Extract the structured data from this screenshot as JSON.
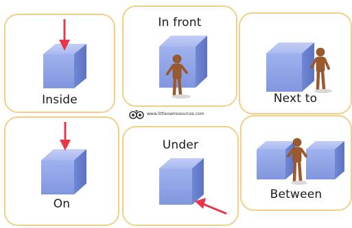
{
  "cards": [
    {
      "label": "Inside"
    },
    {
      "label": "In front"
    },
    {
      "label": "Next to"
    },
    {
      "label": "On"
    },
    {
      "label": "Under"
    },
    {
      "label": "Between"
    }
  ],
  "watermark": {
    "text": "www.littleowlresources.com",
    "icon": "owl-logo-icon"
  },
  "colors": {
    "card_border": "#f2cf86",
    "cube_front": "#8fa4e8",
    "cube_top": "#b6c3f3",
    "cube_side": "#6f84cf",
    "figure": "#9a5a2e",
    "arrow": "#e8354a"
  }
}
